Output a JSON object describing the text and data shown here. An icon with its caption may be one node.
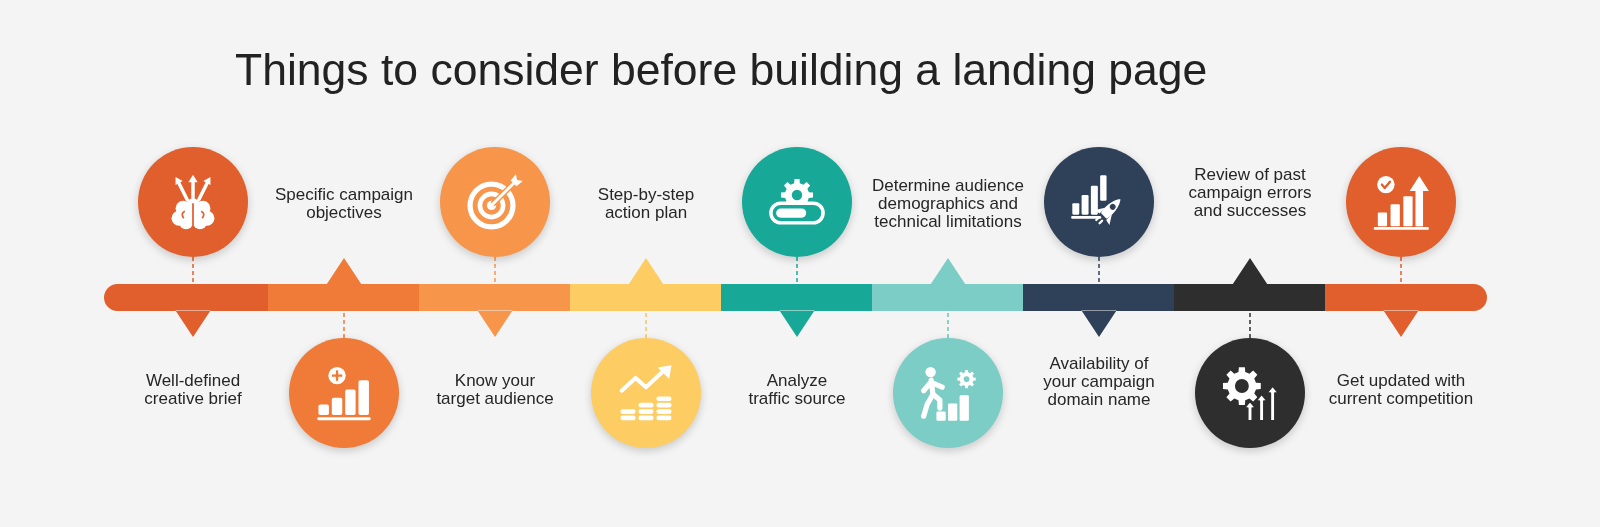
{
  "diagram": {
    "title": "Things to consider before building a landing page",
    "nodes": [
      {
        "text": [],
        "shape": "circle"
      },
      {
        "text": [],
        "shape": "bar",
        "beside": [
          "Well-defined creative brief"
        ]
      },
      {
        "text": [],
        "shape": "circle"
      },
      {
        "text": [],
        "shape": "bar",
        "beside": [
          "Specific campaign objectives"
        ]
      },
      {
        "text": [],
        "shape": "circle"
      },
      {
        "text": [],
        "shape": "bar",
        "beside": [
          "Know your target audience"
        ]
      },
      {
        "text": [],
        "shape": "circle"
      },
      {
        "text": [],
        "shape": "bar",
        "beside": [
          "Step-by-step action plan"
        ]
      },
      {
        "text": [],
        "shape": "circle"
      },
      {
        "text": [],
        "shape": "bar",
        "beside": [
          "Analyze traffic source"
        ]
      },
      {
        "text": [],
        "shape": "circle"
      },
      {
        "text": [],
        "shape": "bar",
        "beside": [
          "Determine audience demographics and technical limitations"
        ]
      },
      {
        "text": [],
        "shape": "circle"
      },
      {
        "text": [],
        "shape": "bar",
        "beside": [
          "Availability of your campaign domain name"
        ]
      },
      {
        "text": [],
        "shape": "circle"
      },
      {
        "text": [],
        "shape": "bar",
        "beside": [
          "Review of past campaign errors and successes"
        ]
      },
      {
        "text": [],
        "shape": "circle"
      },
      {
        "text": [],
        "shape": "bar",
        "beside": [
          "Get updated with current competition"
        ]
      }
    ],
    "edges": [
      {
        "from": 0,
        "to": 1,
        "arrow": "none",
        "style": "dashed",
        "color": "#e05f2c"
      },
      {
        "from": 2,
        "to": 3,
        "arrow": "none",
        "style": "dashed",
        "color": "#f07a38"
      },
      {
        "from": 4,
        "to": 5,
        "arrow": "none",
        "style": "dashed",
        "color": "#f7954a"
      },
      {
        "from": 6,
        "to": 7,
        "arrow": "none",
        "style": "dashed",
        "color": "#f5c35a"
      },
      {
        "from": 8,
        "to": 9,
        "arrow": "none",
        "style": "dashed",
        "color": "#18a898"
      },
      {
        "from": 10,
        "to": 11,
        "arrow": "none",
        "style": "dashed",
        "color": "#6cc4bb"
      },
      {
        "from": 12,
        "to": 13,
        "arrow": "none",
        "style": "dashed",
        "color": "#2f4159"
      },
      {
        "from": 14,
        "to": 15,
        "arrow": "none",
        "style": "dashed",
        "color": "#2e2e2e"
      },
      {
        "from": 16,
        "to": 17,
        "arrow": "none",
        "style": "dashed",
        "color": "#e05f2c"
      }
    ]
  }
}
